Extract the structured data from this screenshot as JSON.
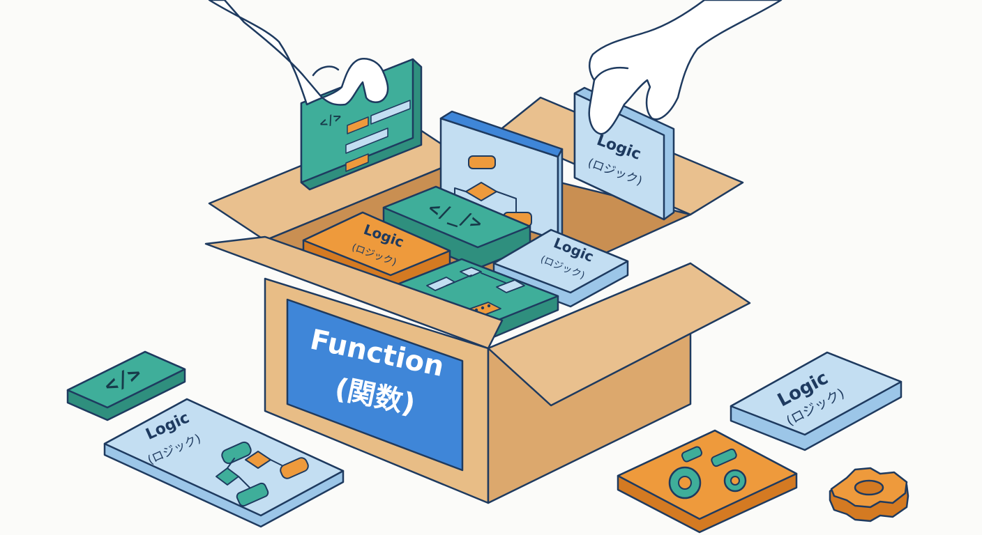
{
  "box_label": {
    "line1": "Function",
    "line2": "(関数)"
  },
  "tile_labels": {
    "logic": "Logic",
    "logic_sub": "(ロジック)",
    "code": "</>",
    "code_long": "</_/>"
  },
  "colors": {
    "teal": "#3fae9a",
    "orange": "#ee9a3c",
    "light_blue": "#c3def2",
    "box": "#e8bd86",
    "label_blue": "#3f86d8",
    "outline": "#1e3a5f"
  }
}
